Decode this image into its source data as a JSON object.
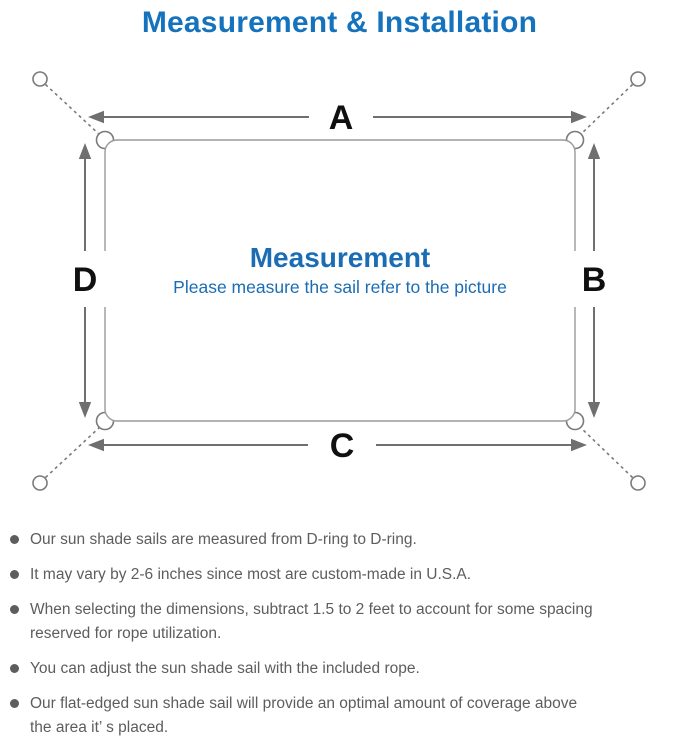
{
  "title": "Measurement & Installation",
  "diagram": {
    "label_a": "A",
    "label_b": "B",
    "label_c": "C",
    "label_d": "D",
    "center_title": "Measurement",
    "center_subtitle": "Please measure the sail refer to the picture"
  },
  "bullets": [
    {
      "lines": [
        "Our sun shade sails are measured from D-ring to D-ring."
      ]
    },
    {
      "lines": [
        "It may vary by 2-6 inches since most are custom-made in U.S.A."
      ]
    },
    {
      "lines": [
        "When selecting the dimensions, subtract 1.5 to 2 feet to account for some spacing",
        "reserved for rope utilization."
      ]
    },
    {
      "lines": [
        "You can adjust the sun shade sail with the included rope."
      ]
    },
    {
      "lines": [
        "Our flat-edged sun shade sail will provide an optimal amount of coverage above",
        "the area it’ s placed."
      ]
    }
  ],
  "colors": {
    "title_blue": "#1573bd",
    "center_blue": "#1a6db4",
    "line_gray": "#7a7a7a",
    "border_gray": "#9a9a9a",
    "arrow_gray": "#6f6f6f",
    "text_gray": "#5d5d5d",
    "label_black": "#101010"
  }
}
